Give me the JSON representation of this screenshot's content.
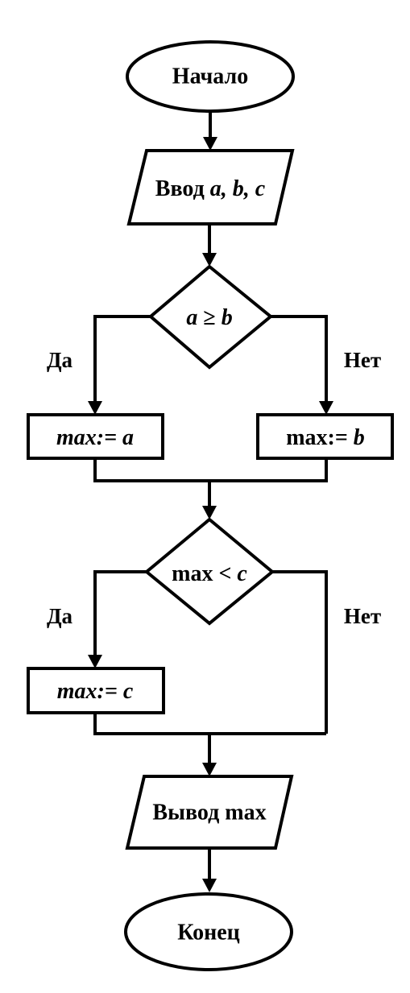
{
  "nodes": {
    "start": {
      "text": "Начало"
    },
    "input": {
      "prefix": "Ввод ",
      "vars": "a, b, c"
    },
    "cond1": {
      "lhs": "a",
      "op": " ≥ ",
      "rhs": "b"
    },
    "assign_a": {
      "lhs": "max:= ",
      "rhs": "a"
    },
    "assign_b": {
      "lhs": "max:= ",
      "rhs": "b"
    },
    "cond2": {
      "lhs": "max < ",
      "rhs": "c"
    },
    "assign_c": {
      "lhs": "max:= ",
      "rhs": "c"
    },
    "output": {
      "text": "Вывод max"
    },
    "end": {
      "text": "Конец"
    }
  },
  "labels": {
    "cond1_yes": "Да",
    "cond1_no": "Нет",
    "cond2_yes": "Да",
    "cond2_no": "Нет"
  }
}
